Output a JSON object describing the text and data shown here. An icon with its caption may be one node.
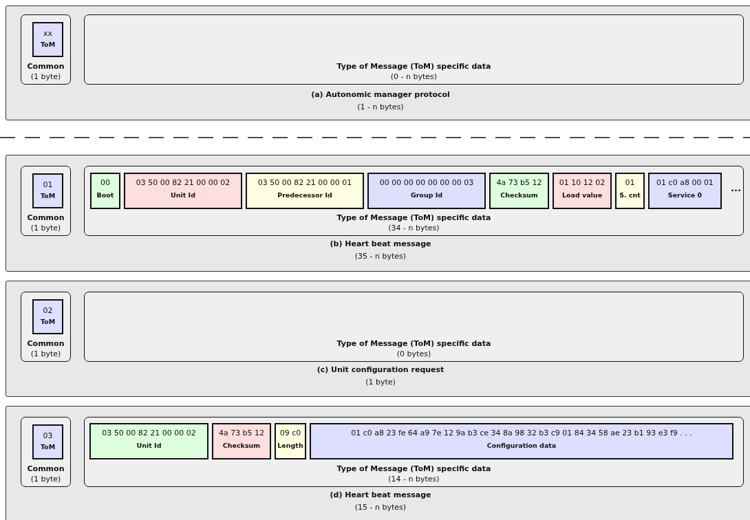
{
  "diagram": {
    "nodes": [
      {
        "text": [
          "(a) Autonomic manager protocol",
          "(1 - n bytes)"
        ]
      },
      {
        "text": [
          "Common",
          "(1 byte)"
        ],
        "in": 0
      },
      {
        "text": [
          "xx",
          "ToM"
        ],
        "in": 1
      },
      {
        "text": [
          "Type of Message (ToM) specific data",
          "(0 - n bytes)"
        ],
        "in": 0
      },
      {
        "text": [
          "(b) Heart beat message",
          "(35 - n bytes)"
        ]
      },
      {
        "text": [
          "Common",
          "(1 byte)"
        ],
        "in": 4
      },
      {
        "text": [
          "01",
          "ToM"
        ],
        "in": 5
      },
      {
        "text": [
          "Type of Message (ToM) specific data",
          "(34 - n bytes)"
        ],
        "in": 4
      },
      {
        "text": [
          "00",
          "Boot"
        ],
        "in": 7
      },
      {
        "text": [
          "03 50 00 82 21 00 00 02",
          "Unit Id"
        ],
        "in": 7
      },
      {
        "text": [
          "03 50 00 82 21 00 00 01",
          "Predecessor Id"
        ],
        "in": 7
      },
      {
        "text": [
          "00 00 00 00 00 00 00 03",
          "Group Id"
        ],
        "in": 7
      },
      {
        "text": [
          "4a 73 b5 12",
          "Checksum"
        ],
        "in": 7
      },
      {
        "text": [
          "01 10 12 02",
          "Load value"
        ],
        "in": 7
      },
      {
        "text": [
          "01",
          "S. cnt"
        ],
        "in": 7
      },
      {
        "text": [
          "01 c0 a8 00 01",
          "Service 0"
        ],
        "in": 7
      },
      {
        "text": [
          "(c) Unit configuration request",
          "(1 byte)"
        ]
      },
      {
        "text": [
          "Common",
          "(1 byte)"
        ],
        "in": 16
      },
      {
        "text": [
          "02",
          "ToM"
        ],
        "in": 17
      },
      {
        "text": [
          "Type of Message (ToM) specific data",
          "(0 bytes)"
        ],
        "in": 16
      },
      {
        "text": [
          "(d) Heart beat message",
          "(15 - n bytes)"
        ]
      },
      {
        "text": [
          "Common",
          "(1 byte)"
        ],
        "in": 20
      },
      {
        "text": [
          "03",
          "ToM"
        ],
        "in": 21
      },
      {
        "text": [
          "Type of Message (ToM) specific data",
          "(14 - n bytes)"
        ],
        "in": 20
      },
      {
        "text": [
          "03 50 00 82 21 00 00 02",
          "Unit Id"
        ],
        "in": 23
      },
      {
        "text": [
          "4a 73 b5 12",
          "Checksum"
        ],
        "in": 23
      },
      {
        "text": [
          "09 c0",
          "Length"
        ],
        "in": 23
      },
      {
        "text": [
          "01 c0 a8 23 fe 64 a9 7e 12 9a b3 ce 34 8a 98 32 b3 c9 01 84 34 58 ae 23 b1 93 e3 f9 . . .",
          "Configuration data"
        ],
        "in": 23
      }
    ],
    "labels": [
      "..."
    ]
  }
}
